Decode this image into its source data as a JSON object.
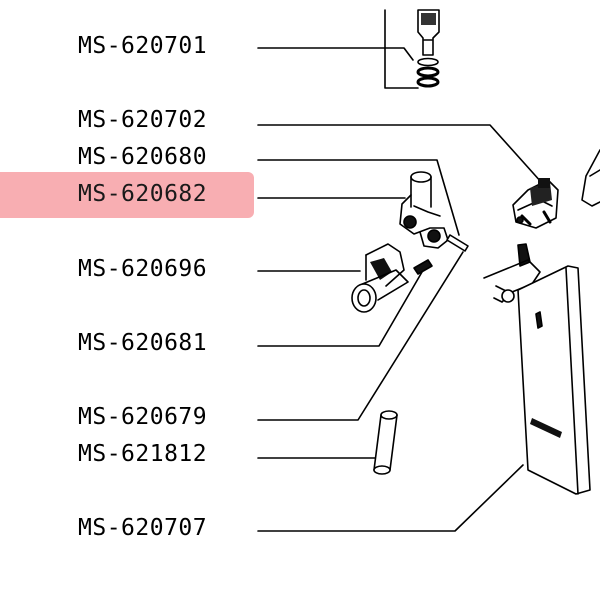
{
  "diagram": {
    "part_labels": [
      {
        "id": "p1",
        "text": "MS-620701",
        "highlighted": false
      },
      {
        "id": "p2",
        "text": "MS-620702",
        "highlighted": false
      },
      {
        "id": "p3",
        "text": "MS-620680",
        "highlighted": false
      },
      {
        "id": "p4",
        "text": "MS-620682",
        "highlighted": true
      },
      {
        "id": "p5",
        "text": "MS-620696",
        "highlighted": false
      },
      {
        "id": "p6",
        "text": "MS-620681",
        "highlighted": false
      },
      {
        "id": "p7",
        "text": "MS-620679",
        "highlighted": false
      },
      {
        "id": "p8",
        "text": "MS-621812",
        "highlighted": false
      },
      {
        "id": "p9",
        "text": "MS-620707",
        "highlighted": false
      }
    ],
    "colors": {
      "highlight": "#f7a0a5",
      "line": "#000000",
      "background": "#ffffff"
    }
  }
}
